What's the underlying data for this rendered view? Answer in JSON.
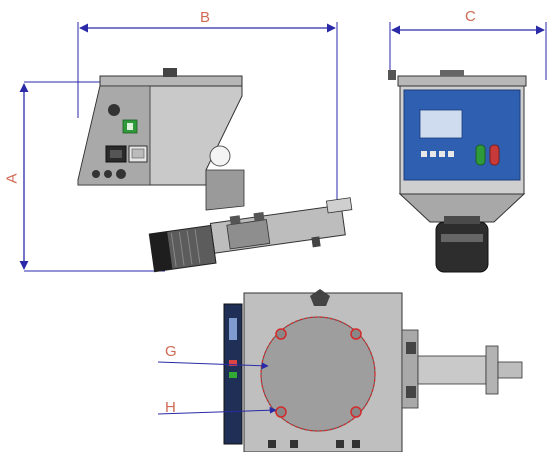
{
  "dimensions": {
    "a": "A",
    "b": "B",
    "c": "C"
  },
  "callouts": {
    "g": "G",
    "h": "H"
  },
  "colors": {
    "dimension_line": "#2a2aa8",
    "label_text": "#d06a55",
    "bolt_circle": "#d42a2a",
    "body_gray": "#9c9c9c",
    "body_light": "#c4c4c4",
    "control_panel": "#2f5fb0",
    "dark": "#222222"
  }
}
